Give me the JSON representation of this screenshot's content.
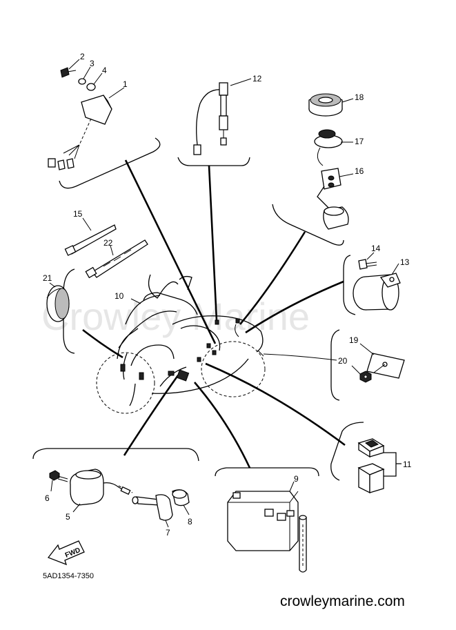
{
  "watermark": "Crowley Marine",
  "diagram_code": "5AD1354-7350",
  "footer_url": "crowleymarine.com",
  "fwd_label": "FWD",
  "callouts": {
    "c1": "1",
    "c2": "2",
    "c3": "3",
    "c4": "4",
    "c5": "5",
    "c6": "6",
    "c7": "7",
    "c8": "8",
    "c9": "9",
    "c10": "10",
    "c11": "11",
    "c12": "12",
    "c13": "13",
    "c14": "14",
    "c15": "15",
    "c16": "16",
    "c17": "17",
    "c18": "18",
    "c19": "19",
    "c20": "20",
    "c21": "21",
    "c22": "22"
  }
}
